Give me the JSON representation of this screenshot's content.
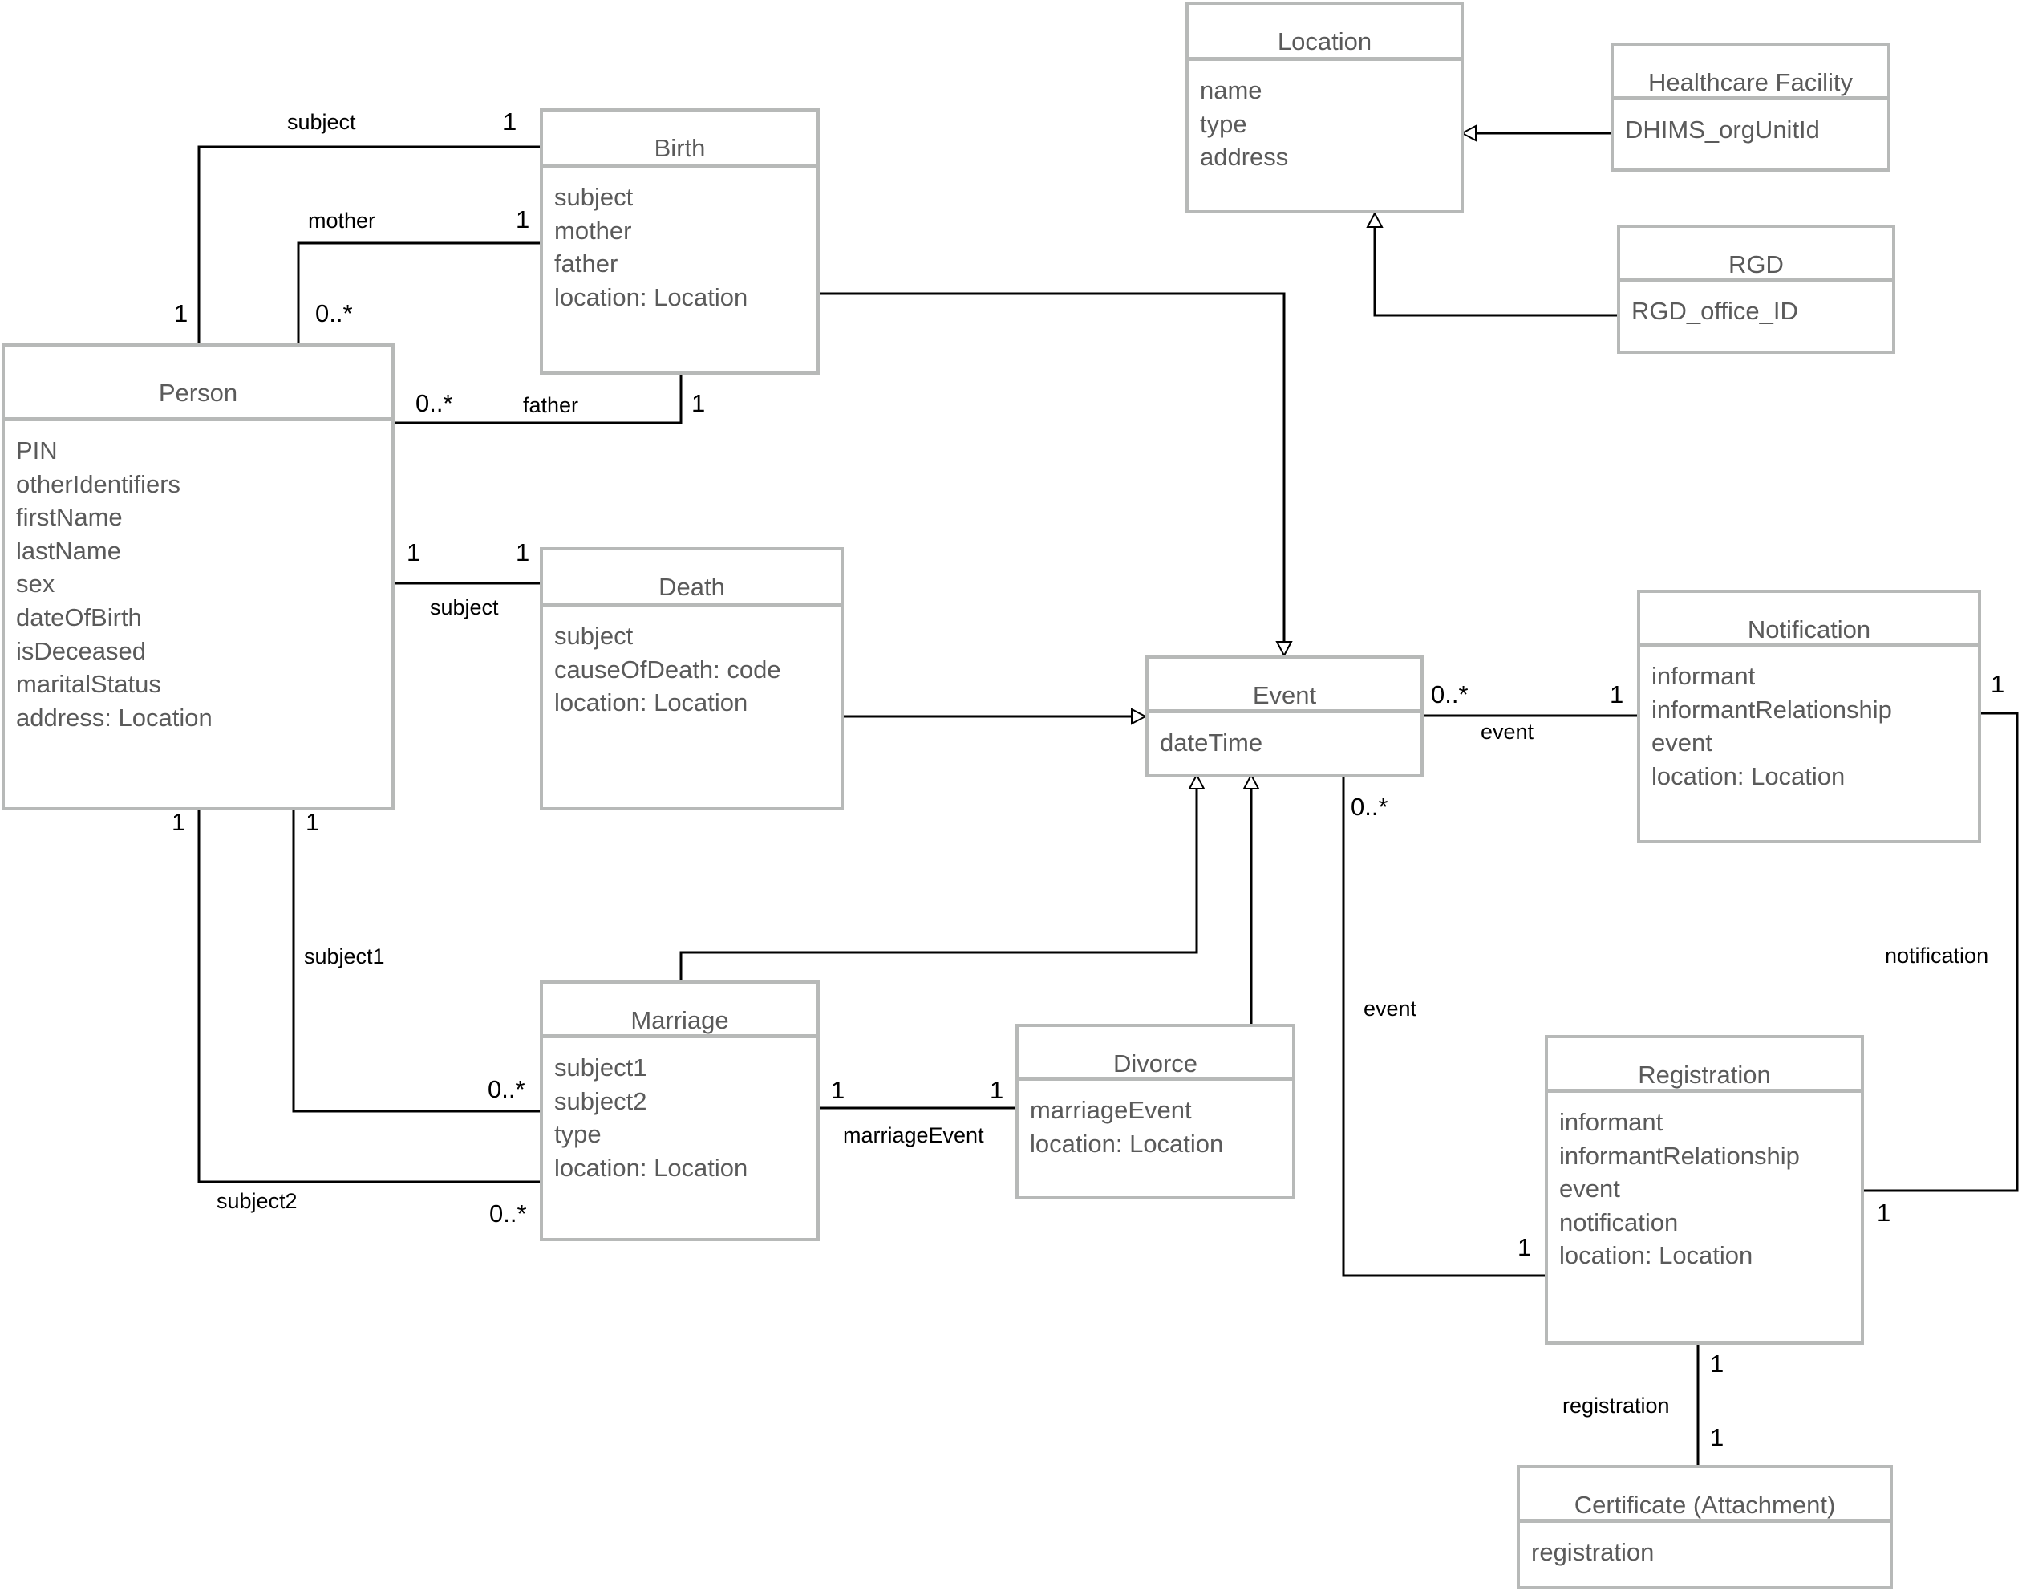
{
  "classes": {
    "location": {
      "name": "Location",
      "attributes": [
        "name",
        "type",
        "address"
      ]
    },
    "healthcare_facility": {
      "name": "Healthcare Facility",
      "attributes": [
        "DHIMS_orgUnitId"
      ]
    },
    "rgd": {
      "name": "RGD",
      "attributes": [
        "RGD_office_ID"
      ]
    },
    "birth": {
      "name": "Birth",
      "attributes": [
        "subject",
        "mother",
        "father",
        "location: Location"
      ]
    },
    "person": {
      "name": "Person",
      "attributes": [
        "PIN",
        "otherIdentifiers",
        "firstName",
        "lastName",
        "sex",
        "dateOfBirth",
        "isDeceased",
        "maritalStatus",
        "address: Location"
      ]
    },
    "death": {
      "name": "Death",
      "attributes": [
        "subject",
        "causeOfDeath: code",
        "location: Location"
      ]
    },
    "event": {
      "name": "Event",
      "attributes": [
        "dateTime"
      ]
    },
    "notification": {
      "name": "Notification",
      "attributes": [
        "informant",
        "informantRelationship",
        "event",
        "location: Location"
      ]
    },
    "marriage": {
      "name": "Marriage",
      "attributes": [
        "subject1",
        "subject2",
        "type",
        "location: Location"
      ]
    },
    "divorce": {
      "name": "Divorce",
      "attributes": [
        "marriageEvent",
        "location: Location"
      ]
    },
    "registration": {
      "name": "Registration",
      "attributes": [
        "informant",
        "informantRelationship",
        "event",
        "notification",
        "location: Location"
      ]
    },
    "certificate": {
      "name": "Certificate (Attachment)",
      "attributes": [
        "registration"
      ]
    }
  },
  "associations": {
    "birth_subject": {
      "role": "subject",
      "person_end": "1",
      "birth_end": "1"
    },
    "birth_mother": {
      "role": "mother",
      "person_end": "0..*",
      "birth_end": "1"
    },
    "birth_father": {
      "role": "father",
      "person_end": "0..*",
      "birth_end": "1"
    },
    "death_subject": {
      "role": "subject",
      "person_end": "1",
      "death_end": "1"
    },
    "marriage_subject1": {
      "role": "subject1",
      "person_end": "1",
      "marriage_end": "0..*"
    },
    "marriage_subject2": {
      "role": "subject2",
      "person_end": "1",
      "marriage_end": "0..*"
    },
    "marriage_divorce": {
      "role": "marriageEvent",
      "marriage_end": "1",
      "divorce_end": "1"
    },
    "event_notification": {
      "role": "event",
      "event_end": "0..*",
      "notification_end": "1"
    },
    "event_registration": {
      "role": "event",
      "event_end": "0..*",
      "registration_end": "1"
    },
    "notification_registration": {
      "role": "notification",
      "notification_end": "1",
      "registration_end": "1"
    },
    "registration_certificate": {
      "role": "registration",
      "registration_end": "1",
      "certificate_end": "1"
    }
  },
  "colors": {
    "box_border": "#b7b9b8",
    "class_text": "#5a5a5a",
    "line": "#000000"
  }
}
